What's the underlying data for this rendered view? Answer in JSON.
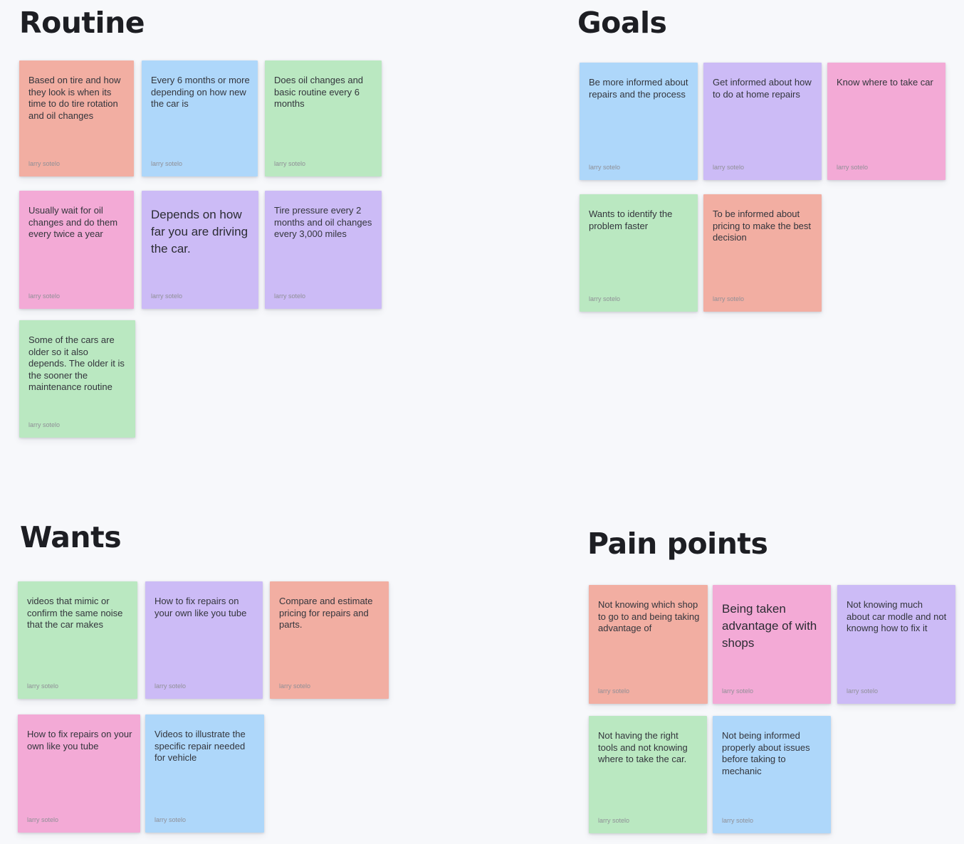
{
  "board": {
    "background": "#F7F8FB",
    "text_color": "#33353C",
    "author_color": "#8F8F96",
    "palette": {
      "salmon": "#F2AEA2",
      "blue": "#AED7FA",
      "green": "#BAE8C1",
      "pink": "#F3AAD6",
      "purple": "#CCBBF6"
    }
  },
  "sections": [
    {
      "title": "Routine",
      "notes": [
        {
          "text": "Based on tire and how they look is when its time to do tire rotation and oil changes",
          "author": "larry sotelo",
          "color": "salmon",
          "large": false
        },
        {
          "text": "Every 6 months or more depending on how new the car is",
          "author": "larry sotelo",
          "color": "blue",
          "large": false
        },
        {
          "text": "Does oil changes and basic routine every 6 months",
          "author": "larry sotelo",
          "color": "green",
          "large": false
        },
        {
          "text": "Usually wait for oil changes and do them every twice a year",
          "author": "larry sotelo",
          "color": "pink",
          "large": false
        },
        {
          "text": "Depends on how far you are driving the car.",
          "author": "larry sotelo",
          "color": "purple",
          "large": true
        },
        {
          "text": "Tire pressure every 2 months and oil changes every 3,000 miles",
          "author": "larry sotelo",
          "color": "purple",
          "large": false
        },
        {
          "text": "Some of the cars are older so it also depends. The older it is the sooner the maintenance routine",
          "author": "larry sotelo",
          "color": "green",
          "large": false
        }
      ]
    },
    {
      "title": "Goals",
      "notes": [
        {
          "text": "Be more informed about repairs and the process",
          "author": "larry sotelo",
          "color": "blue",
          "large": false
        },
        {
          "text": "Get informed about how to do at home repairs",
          "author": "larry sotelo",
          "color": "purple",
          "large": false
        },
        {
          "text": "Know where to take car",
          "author": "larry sotelo",
          "color": "pink",
          "large": false
        },
        {
          "text": "Wants to identify the problem faster",
          "author": "larry sotelo",
          "color": "green",
          "large": false
        },
        {
          "text": "To be informed about pricing to make the best decision",
          "author": "larry sotelo",
          "color": "salmon",
          "large": false
        }
      ]
    },
    {
      "title": "Wants",
      "notes": [
        {
          "text": "videos that mimic or confirm the same noise that the car makes",
          "author": "larry sotelo",
          "color": "green",
          "large": false
        },
        {
          "text": "How to fix repairs on your own like you tube",
          "author": "larry sotelo",
          "color": "purple",
          "large": false
        },
        {
          "text": "Compare and estimate pricing for repairs and parts.",
          "author": "larry sotelo",
          "color": "salmon",
          "large": false
        },
        {
          "text": "How to fix repairs on your own like you tube",
          "author": "larry sotelo",
          "color": "pink",
          "large": false
        },
        {
          "text": "Videos to illustrate the specific repair needed for vehicle",
          "author": "larry sotelo",
          "color": "blue",
          "large": false
        }
      ]
    },
    {
      "title": "Pain points",
      "notes": [
        {
          "text": "Not knowing which shop to go to and being taking advantage of",
          "author": "larry sotelo",
          "color": "salmon",
          "large": false
        },
        {
          "text": "Being taken advantage of with shops",
          "author": "larry sotelo",
          "color": "pink",
          "large": true
        },
        {
          "text": "Not knowing much about car modle and not knowng how to fix it",
          "author": "larry sotelo",
          "color": "purple",
          "large": false
        },
        {
          "text": "Not having the right tools and not knowing where to take the car.",
          "author": "larry sotelo",
          "color": "green",
          "large": false
        },
        {
          "text": "Not being informed properly about issues before taking to mechanic",
          "author": "larry sotelo",
          "color": "blue",
          "large": false
        }
      ]
    }
  ]
}
